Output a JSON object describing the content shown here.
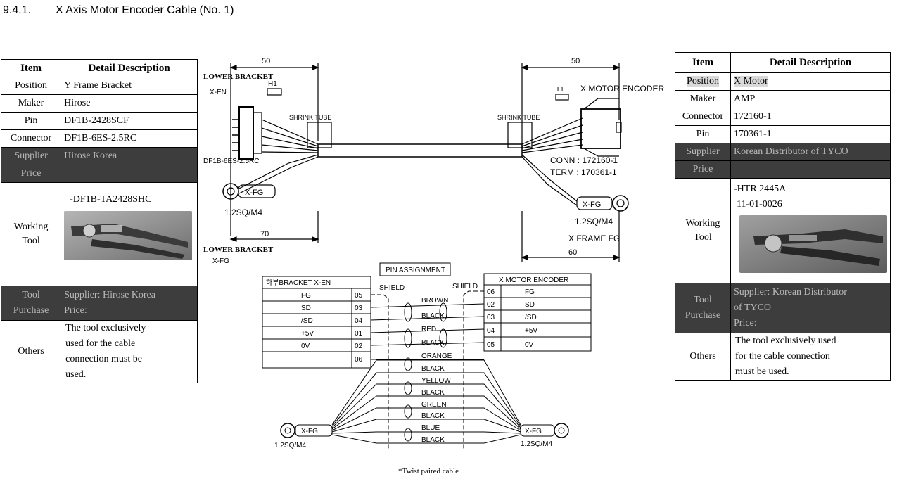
{
  "heading": {
    "number": "9.4.1.",
    "title": "X Axis Motor Encoder Cable (No. 1)"
  },
  "left_table": {
    "header": {
      "item": "Item",
      "detail": "Detail Description"
    },
    "rows": [
      {
        "item": "Position",
        "detail": "Y Frame Bracket"
      },
      {
        "item": "Maker",
        "detail": "Hirose"
      },
      {
        "item": "Pin",
        "detail": "DF1B-2428SCF"
      },
      {
        "item": "Connector",
        "detail": "DF1B-6ES-2.5RC"
      },
      {
        "item": "Supplier",
        "detail": "Hirose Korea"
      },
      {
        "item": "Price",
        "detail": ""
      }
    ],
    "working_tool": {
      "item_line1": "Working",
      "item_line2": "Tool",
      "detail": "-DF1B-TA2428SHC"
    },
    "tool_purchase": {
      "item_line1": "Tool",
      "item_line2": "Purchase",
      "detail_line1": "Supplier: Hirose Korea",
      "detail_line2": "Price:"
    },
    "others": {
      "item": "Others",
      "lines": [
        "The tool exclusively",
        "used for the cable",
        "connection must be",
        "used."
      ]
    }
  },
  "right_table": {
    "header": {
      "item": "Item",
      "detail": "Detail Description"
    },
    "rows": [
      {
        "item": "Position",
        "detail": "X Motor"
      },
      {
        "item": "Maker",
        "detail": "AMP"
      },
      {
        "item": "Connector",
        "detail": "172160-1"
      },
      {
        "item": "Pin",
        "detail": "170361-1"
      },
      {
        "item": "Supplier",
        "detail": "Korean Distributor of TYCO"
      },
      {
        "item": "Price",
        "detail": ""
      }
    ],
    "working_tool": {
      "item_line1": "Working",
      "item_line2": "Tool",
      "detail_line1": "-HTR 2445A",
      "detail_line2": "11-01-0026"
    },
    "tool_purchase": {
      "item_line1": "Tool",
      "item_line2": "Purchase",
      "detail_line1": "Supplier: Korean Distributor",
      "detail_line2": "of TYCO",
      "detail_line3": "Price:"
    },
    "others": {
      "item": "Others",
      "lines": [
        "The tool exclusively used",
        "for the cable connection",
        "must be used."
      ]
    }
  },
  "drawing": {
    "dim_top_left": "50",
    "dim_top_right": "50",
    "dim_bottom_left": "70",
    "dim_bottom_right": "60",
    "lower_bracket_top": "LOWER BRACKET",
    "x_en": "X-EN",
    "h1": "H1",
    "t1": "T1",
    "x_motor_encoder": "X MOTOR ENCODER",
    "shrink_tube_left": "SHRINK TUBE",
    "shrink_tube_right": "SHRINK TUBE",
    "df1b_label": "DF1B-6ES-2.5RC",
    "conn_label": "CONN : 172160-1",
    "term_label": "TERM : 170361-1",
    "x_fg_left": "X-FG",
    "x_fg_right": "X-FG",
    "sq_left": "1.2SQ/M4",
    "sq_right": "1.2SQ/M4",
    "x_frame_fg": "X FRAME FG",
    "lower_bracket_bottom": "LOWER BRACKET",
    "x_fg_bottom": "X-FG"
  },
  "pin_assignment": {
    "title": "PIN ASSIGNMENT",
    "left_header": "하부BRACKET X-EN",
    "right_header": "X MOTOR ENCODER",
    "shield_left": "SHIELD",
    "shield_right": "SHIELD",
    "left_rows": [
      {
        "signal": "FG",
        "pin": "05"
      },
      {
        "signal": "SD",
        "pin": "03"
      },
      {
        "signal": "/SD",
        "pin": "04"
      },
      {
        "signal": "+5V",
        "pin": "01"
      },
      {
        "signal": "0V",
        "pin": "02"
      },
      {
        "signal": "",
        "pin": "06"
      }
    ],
    "right_rows": [
      {
        "pin": "06",
        "signal": "FG"
      },
      {
        "pin": "02",
        "signal": "SD"
      },
      {
        "pin": "03",
        "signal": "/SD"
      },
      {
        "pin": "04",
        "signal": "+5V"
      },
      {
        "pin": "05",
        "signal": "0V"
      }
    ],
    "wires": [
      "BROWN",
      "BLACK",
      "RED",
      "BLACK",
      "ORANGE",
      "BLACK",
      "YELLOW",
      "BLACK",
      "GREEN",
      "BLACK",
      "BLUE",
      "BLACK"
    ],
    "fg_left": "X-FG",
    "fg_right": "X-FG",
    "sq_left": "1.2SQ/M4",
    "sq_right": "1.2SQ/M4",
    "twist_note": "*Twist paired cable"
  }
}
